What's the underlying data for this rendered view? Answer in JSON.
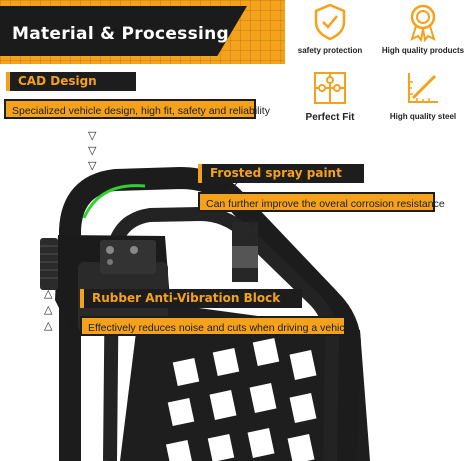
{
  "header": {
    "title": "Material & Processing"
  },
  "features": [
    {
      "icon": "shield-check-icon",
      "label": "safety protection"
    },
    {
      "icon": "award-badge-icon",
      "label": "High quality products"
    },
    {
      "icon": "puzzle-icon",
      "label": "Perfect Fit"
    },
    {
      "icon": "ruler-pencil-icon",
      "label": "High quality steel"
    }
  ],
  "callouts": {
    "cad": {
      "title": "CAD Design",
      "text": "Specialized vehicle design, high fit, safety and reliability"
    },
    "spray": {
      "title": "Frosted spray paint",
      "text": "Can further improve the overal corrosion resistance"
    },
    "rubber": {
      "title": "Rubber Anti-Vibration Block",
      "text": "Effectively reduces noise and cuts when driving a vehicle."
    }
  },
  "colors": {
    "accent": "#f4a21c",
    "dark": "#1d1d1d",
    "highlight": "#2fd12f"
  }
}
